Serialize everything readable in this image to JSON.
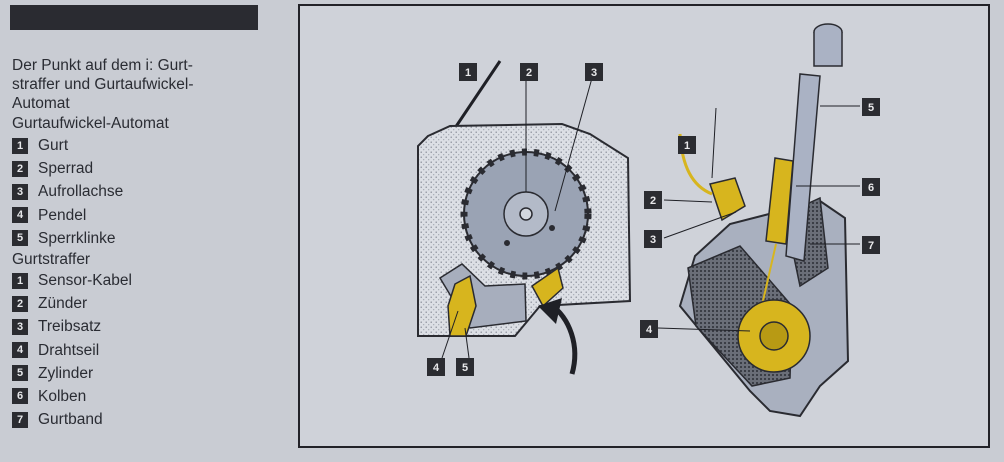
{
  "caption": "Der Punkt auf dem i: Gurt-\nstraffer und Gurtaufwickel-\nAutomat",
  "sections": [
    {
      "title": "Gurtaufwickel-Automat",
      "items": [
        {
          "num": "1",
          "label": "Gurt"
        },
        {
          "num": "2",
          "label": "Sperrad"
        },
        {
          "num": "3",
          "label": "Aufrollachse"
        },
        {
          "num": "4",
          "label": "Pendel"
        },
        {
          "num": "5",
          "label": "Sperrklinke"
        }
      ]
    },
    {
      "title": "Gurtstraffer",
      "items": [
        {
          "num": "1",
          "label": "Sensor-Kabel"
        },
        {
          "num": "2",
          "label": "Zünder"
        },
        {
          "num": "3",
          "label": "Treibsatz"
        },
        {
          "num": "4",
          "label": "Drahtseil"
        },
        {
          "num": "5",
          "label": "Zylinder"
        },
        {
          "num": "6",
          "label": "Kolben"
        },
        {
          "num": "7",
          "label": "Gurtband"
        }
      ]
    }
  ],
  "callouts_left": [
    "1",
    "2",
    "3",
    "4",
    "5"
  ],
  "callouts_right": [
    "1",
    "2",
    "3",
    "4",
    "5",
    "6",
    "7"
  ]
}
